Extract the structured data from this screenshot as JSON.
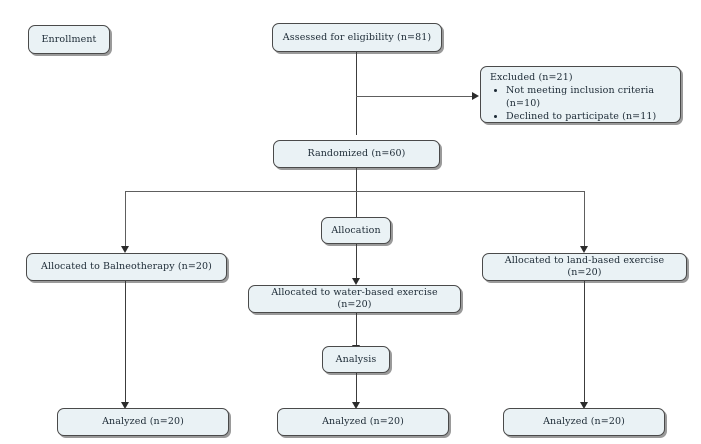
{
  "diagram": {
    "type": "consort-flow-diagram",
    "title": "",
    "stage_labels": {
      "enrollment": "Enrollment",
      "allocation": "Allocation",
      "analysis": "Analysis"
    },
    "nodes": {
      "assessed": "Assessed for eligibility (n=81)",
      "excluded_title": "Excluded (n=21)",
      "excluded_reasons": [
        "Not meeting inclusion criteria (n=10)",
        "Declined to participate (n=11)"
      ],
      "randomized": "Randomized (n=60)",
      "alloc_left": "Allocated to Balneotherapy (n=20)",
      "alloc_middle": "Allocated to water-based exercise (n=20)",
      "alloc_right": "Allocated to land-based exercise (n=20)",
      "analyzed_left": "Analyzed (n=20)",
      "analyzed_middle": "Analyzed (n=20)",
      "analyzed_right": "Analyzed (n=20)"
    },
    "colors": {
      "box_fill": "#eaf2f5",
      "box_border": "#4a4a4a",
      "box_shadow": "#9a9a9a",
      "text": "#1d2b36",
      "connector": "#3c3c3c",
      "background": "#ffffff"
    }
  }
}
